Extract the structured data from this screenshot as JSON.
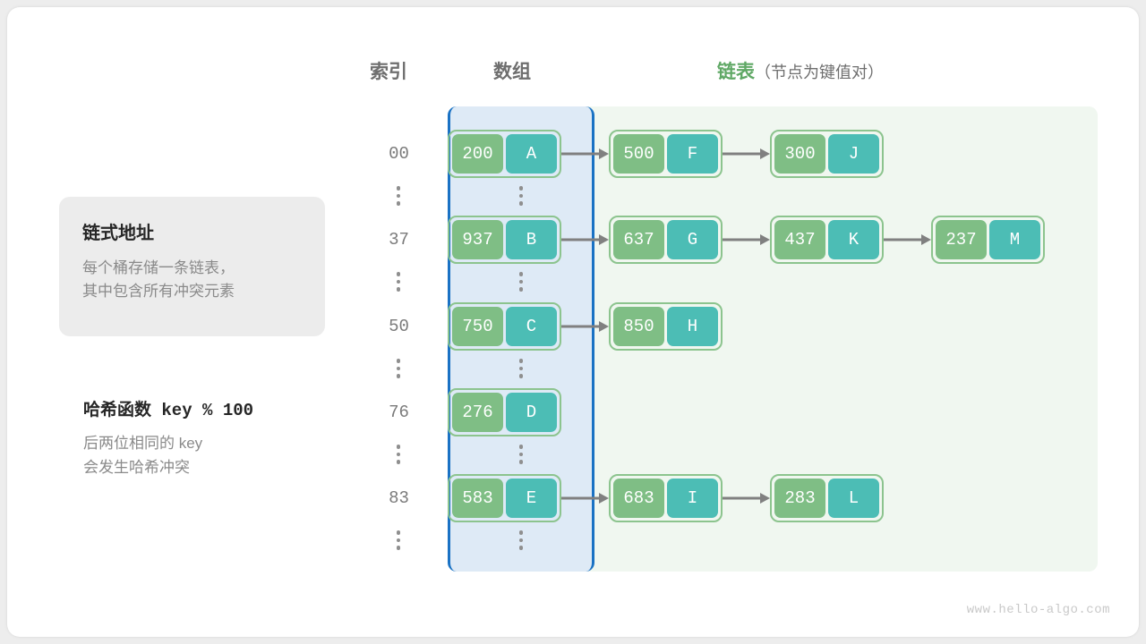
{
  "headers": {
    "index": "索引",
    "array": "数组",
    "list": "链表",
    "list_sub": "（节点为键值对）"
  },
  "infobox": {
    "title": "链式地址",
    "line1": "每个桶存储一条链表，",
    "line2": "其中包含所有冲突元素"
  },
  "hashnote": {
    "title": "哈希函数 key % 100",
    "line1": "后两位相同的 key",
    "line2": "会发生哈希冲突"
  },
  "watermark": "www.hello-algo.com",
  "colors": {
    "key_box": "#7FBE85",
    "value_box": "#4CBDB5",
    "node_border": "#8CC48E",
    "array_panel_bg": "#DEEAF6",
    "array_panel_border": "#1A72C4",
    "list_panel_bg": "#F0F7F0",
    "arrow": "#808080",
    "list_header": "#5FA865"
  },
  "buckets": [
    {
      "index": "00",
      "nodes": [
        {
          "key": "200",
          "value": "A"
        },
        {
          "key": "500",
          "value": "F"
        },
        {
          "key": "300",
          "value": "J"
        }
      ]
    },
    {
      "index": "37",
      "nodes": [
        {
          "key": "937",
          "value": "B"
        },
        {
          "key": "637",
          "value": "G"
        },
        {
          "key": "437",
          "value": "K"
        },
        {
          "key": "237",
          "value": "M"
        }
      ]
    },
    {
      "index": "50",
      "nodes": [
        {
          "key": "750",
          "value": "C"
        },
        {
          "key": "850",
          "value": "H"
        }
      ]
    },
    {
      "index": "76",
      "nodes": [
        {
          "key": "276",
          "value": "D"
        }
      ]
    },
    {
      "index": "83",
      "nodes": [
        {
          "key": "583",
          "value": "E"
        },
        {
          "key": "683",
          "value": "I"
        },
        {
          "key": "283",
          "value": "L"
        }
      ]
    }
  ]
}
